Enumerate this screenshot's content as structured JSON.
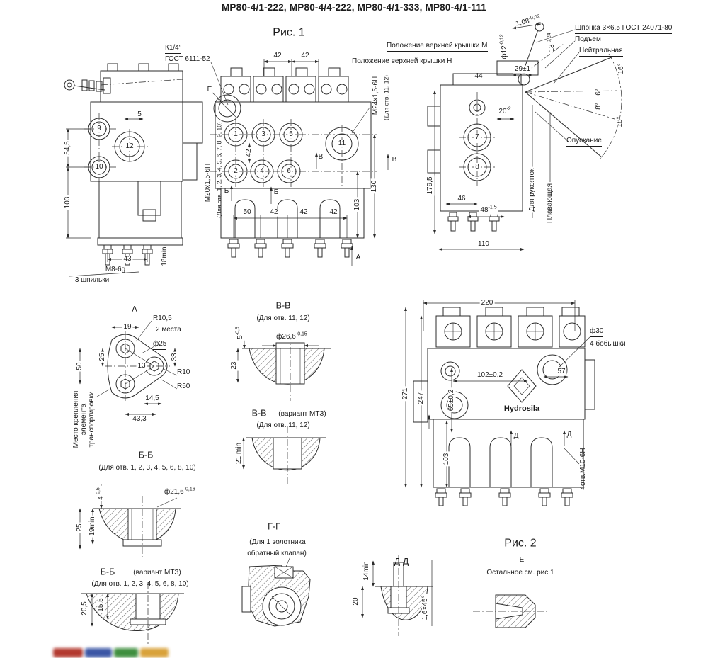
{
  "t": {
    "title": "МР80-4/1-222, МР80-4/4-222, МР80-4/1-333, МР80-4/1-111",
    "fig1": "Рис. 1",
    "fig2": "Рис. 2",
    "k14": "К1/4″",
    "gost6111": "ГОСТ 6111-52",
    "posM": "Положение верхней крышки М",
    "posN": "Положение верхней крышки Н",
    "shponka": "Шпонка 3×6,5 ГОСТ 24071-80",
    "podem": "Подъем",
    "neytr": "Нейтральная",
    "opusk": "Опускание",
    "plav": "Плавающая",
    "rukoyatok": "Для рукояток",
    "d108": "1,08",
    "d108t": "-0,02",
    "f12": "ф12",
    "f12t": "-0,12",
    "d13": "13",
    "d13t": "-0,24",
    "d29": "29±1",
    "d44": "44",
    "a16": "16°",
    "a6": "6°",
    "a8": "8°",
    "a18": "18°",
    "d20": "20",
    "d20t": "-2",
    "d42": "42",
    "d50": "50",
    "d103": "103",
    "d130": "130",
    "d5": "5",
    "d545": "54,5",
    "d43": "43",
    "m8": "М8-6g",
    "shpilki": "3 шпильки",
    "d18min": "18min",
    "m20": "М20х1,5-6Н",
    "otv110": "(Для отв. 1, 2, 3, 4, 5, 6, 7, 8, 9, 10)",
    "m24": "М24х1,5-6Н",
    "otv1112": "(Для отв. 11, 12)",
    "d1795": "179,5",
    "d46": "46",
    "d48": "48",
    "d48t": "-1,5",
    "d110": "110",
    "lblE": "Е",
    "lblA": "А",
    "lblB": "Б",
    "lblV": "В",
    "lblG": "Г",
    "lblD": "Д",
    "p1": "1",
    "p2": "2",
    "p3": "3",
    "p4": "4",
    "p5": "5",
    "p6": "6",
    "p7": "7",
    "p8": "8",
    "p9": "9",
    "p10": "10",
    "p11": "11",
    "p12": "12",
    "d220": "220",
    "d271": "271",
    "d247": "247",
    "d65": "65±0,2",
    "d102": "102±0,2",
    "d57": "57",
    "f30": "ф30",
    "bobyshki": "4 бобышки",
    "hydrosila": "Hydrosila",
    "m10": "4отв.М10-6Н",
    "ostalnoe": "Остальное см. рис.1",
    "r105": "R10,5",
    "mesta2": "2 места",
    "d19": "19",
    "f25": "ф25",
    "d33": "33",
    "d25": "25",
    "d50a": "50",
    "d13c": "13",
    "r10": "R10",
    "r50": "R50",
    "d145": "14,5",
    "d433": "43,3",
    "mesto1": "Место крепления",
    "mesto2": "элемента",
    "mesto3": "транспортировки",
    "bb": "Б-Б",
    "otv_bb": "(Для отв. 1, 2, 3, 4, 5, 6, 8, 10)",
    "variant": "(вариант МТЗ)",
    "d4": "4",
    "d4t": "-0,5",
    "f216": "ф21,6",
    "f216t": "-0,16",
    "d25b": "25",
    "d19min": "19min",
    "d205": "20,5",
    "d155": "15,5",
    "vv": "В-В",
    "d5v": "5",
    "d5vt": "-0,5",
    "f266": "ф26,6",
    "f266t": "-0,15",
    "d23": "23",
    "d21min": "21 min",
    "gg": "Г-Г",
    "gg1": "(Для 1 золотника",
    "gg2": "обратный клапан)",
    "dd": "Д-Д",
    "d14min": "14min",
    "d20d": "20",
    "cham": "1,6×45°"
  },
  "colors": {
    "ink": "#2b2b2b",
    "paper": "#ffffff",
    "watermark": [
      "#b3392f",
      "#3b56a5",
      "#3f8f3f",
      "#d9a23a"
    ]
  }
}
